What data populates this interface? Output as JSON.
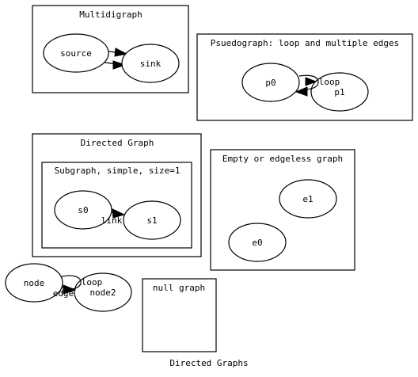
{
  "title": "Directed Graphs",
  "clusters": {
    "multidigraph": {
      "label": "Multidigraph",
      "nodes": {
        "source": "source",
        "sink": "sink"
      }
    },
    "pseudograph": {
      "label": "Psuedograph: loop and multiple edges",
      "nodes": {
        "p0": "p0",
        "p1": "p1"
      },
      "edge_label": "loop"
    },
    "directed": {
      "label": "Directed Graph",
      "subgraph": {
        "label": "Subgraph, simple, size=1",
        "nodes": {
          "s0": "s0",
          "s1": "s1"
        },
        "edge_label": "link"
      }
    },
    "empty": {
      "label": "Empty or edgeless graph",
      "nodes": {
        "e1": "e1",
        "e0": "e0"
      }
    },
    "null_graph": {
      "label": "null graph"
    }
  },
  "loose": {
    "node": "node",
    "node2": "node2",
    "loop_label": "loop",
    "edge_label": "edge"
  }
}
